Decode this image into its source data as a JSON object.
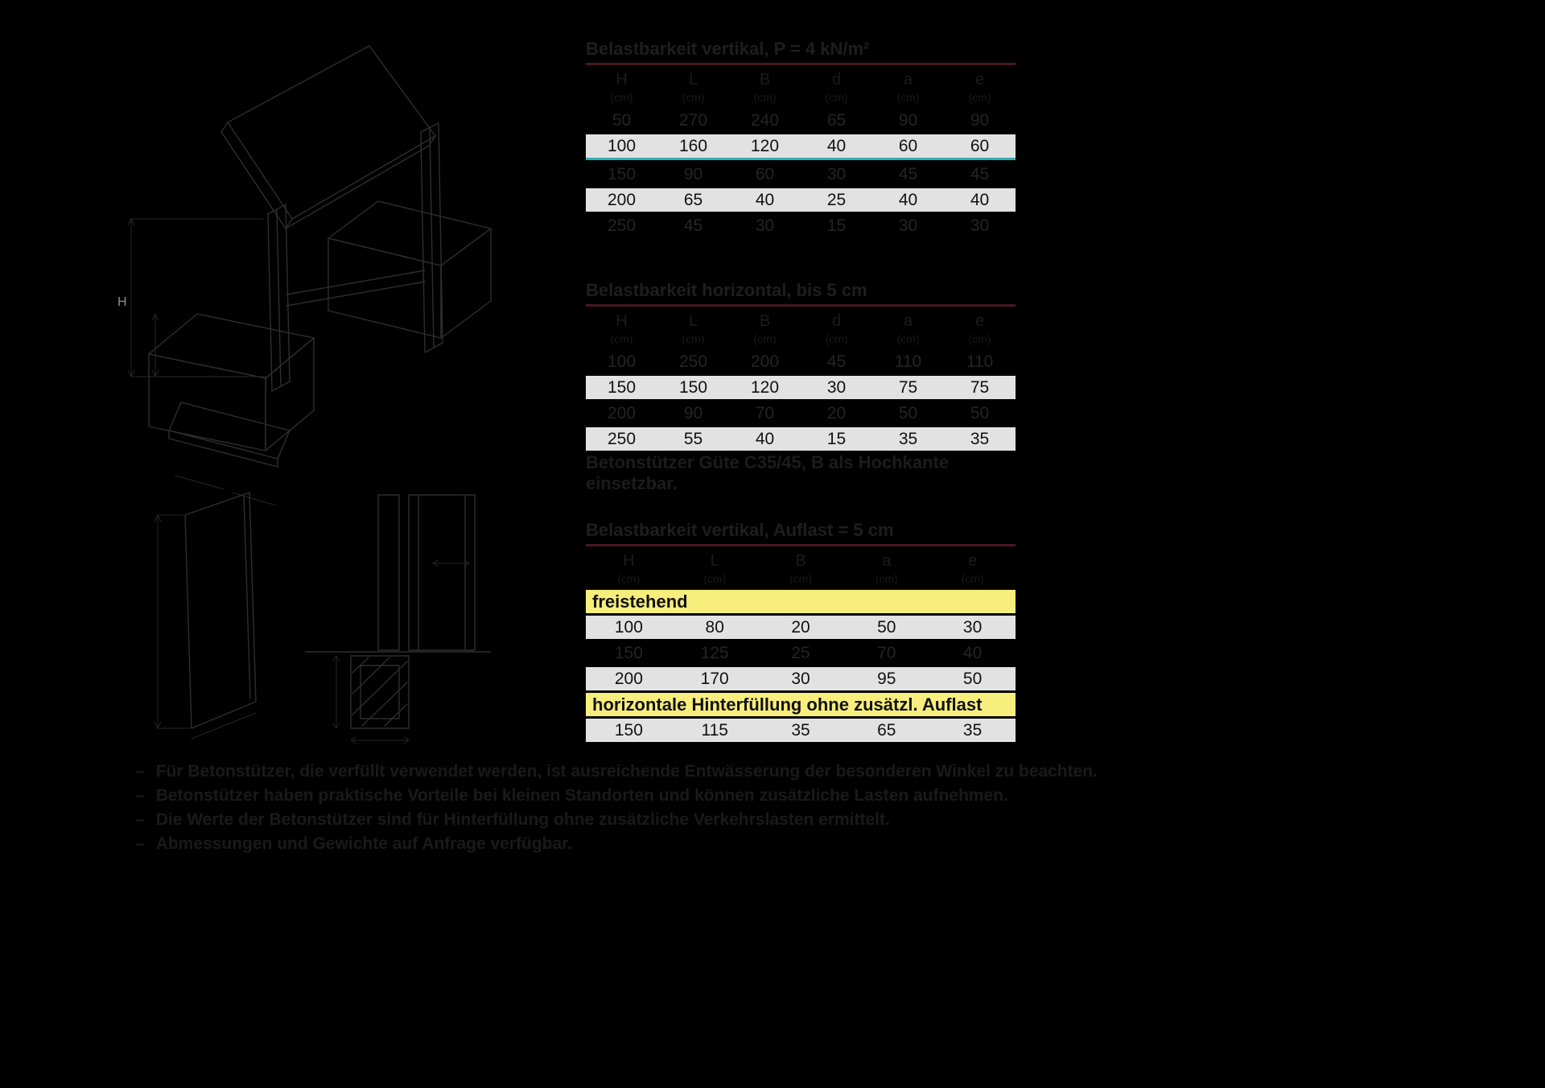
{
  "colors": {
    "hl": "#e2e2e2",
    "band": "#f7ee7d",
    "rule": "#4a1622",
    "cyan": "#2fb0b0"
  },
  "drawing": {
    "h_label": "H"
  },
  "tables": [
    {
      "title": "Belastbarkeit vertikal, P = 4 kN/m²",
      "headers": [
        "H",
        "L",
        "B",
        "d",
        "a",
        "e"
      ],
      "units": [
        "(cm)",
        "(cm)",
        "(cm)",
        "(cm)",
        "(cm)",
        "(cm)"
      ],
      "rows": [
        {
          "cells": [
            "50",
            "270",
            "240",
            "65",
            "90",
            "90"
          ],
          "highlight": false
        },
        {
          "cells": [
            "100",
            "160",
            "120",
            "40",
            "60",
            "60"
          ],
          "highlight": true,
          "cyan": true
        },
        {
          "cells": [
            "150",
            "90",
            "60",
            "30",
            "45",
            "45"
          ],
          "highlight": false
        },
        {
          "cells": [
            "200",
            "65",
            "40",
            "25",
            "40",
            "40"
          ],
          "highlight": true
        },
        {
          "cells": [
            "250",
            "45",
            "30",
            "15",
            "30",
            "30"
          ],
          "highlight": false
        }
      ]
    },
    {
      "title": "Belastbarkeit horizontal, bis 5 cm",
      "headers": [
        "H",
        "L",
        "B",
        "d",
        "a",
        "e"
      ],
      "units": [
        "(cm)",
        "(cm)",
        "(cm)",
        "(cm)",
        "(cm)",
        "(cm)"
      ],
      "rows": [
        {
          "cells": [
            "100",
            "250",
            "200",
            "45",
            "110",
            "110"
          ],
          "highlight": false
        },
        {
          "cells": [
            "150",
            "150",
            "120",
            "30",
            "75",
            "75"
          ],
          "highlight": true
        },
        {
          "cells": [
            "200",
            "90",
            "70",
            "20",
            "50",
            "50"
          ],
          "highlight": false
        },
        {
          "cells": [
            "250",
            "55",
            "40",
            "15",
            "35",
            "35"
          ],
          "highlight": true
        }
      ]
    },
    {
      "title": "Belastbarkeit vertikal, Auflast = 5 cm",
      "headers": [
        "H",
        "L",
        "B",
        "a",
        "e"
      ],
      "units": [
        "(cm)",
        "(cm)",
        "(cm)",
        "(cm)",
        "(cm)"
      ],
      "rows": [
        {
          "band": "freistehend"
        },
        {
          "cells": [
            "100",
            "80",
            "20",
            "50",
            "30"
          ],
          "highlight": true
        },
        {
          "cells": [
            "150",
            "125",
            "25",
            "70",
            "40"
          ],
          "highlight": false
        },
        {
          "cells": [
            "200",
            "170",
            "30",
            "95",
            "50"
          ],
          "highlight": true
        },
        {
          "band": "horizontale Hinterfüllung ohne zusätzl. Auflast"
        },
        {
          "cells": [
            "150",
            "115",
            "35",
            "65",
            "35"
          ],
          "highlight": true
        }
      ]
    }
  ],
  "note_between": "Betonstützer Güte C35/45, B als Hochkante einsetzbar.",
  "footnotes": [
    "Für Betonstützer, die verfüllt verwendet werden, ist ausreichende Entwässerung der besonderen Winkel zu beachten.",
    "Betonstützer haben praktische Vorteile bei kleinen Standorten und können zusätzliche Lasten aufnehmen.",
    "Die Werte der Betonstützer sind für Hinterfüllung ohne zusätzliche Verkehrslasten ermittelt.",
    "Abmessungen und Gewichte auf Anfrage verfügbar."
  ]
}
